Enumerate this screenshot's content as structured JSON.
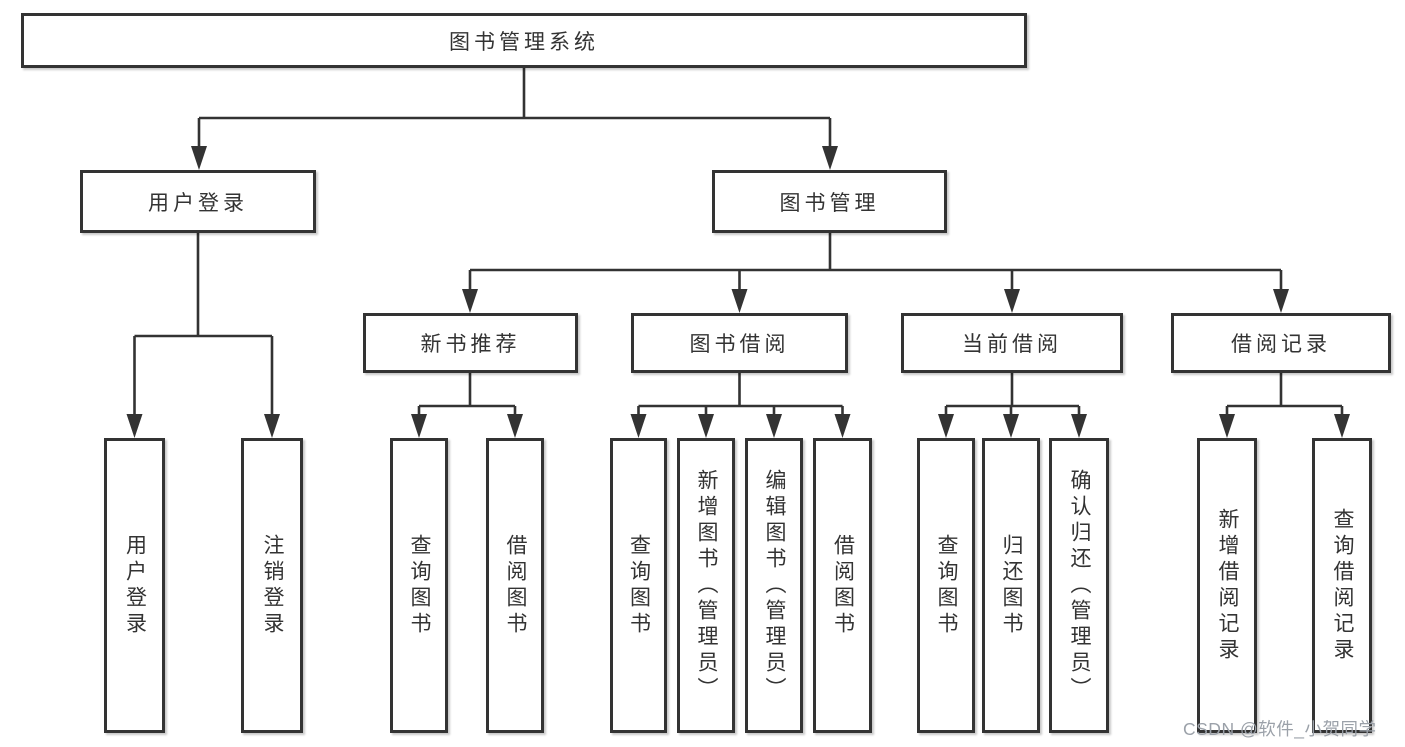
{
  "colors": {
    "line": "#333333",
    "box_border": "#333333",
    "box_fill": "#ffffff",
    "text": "#333333",
    "watermark": "#9ba1a9",
    "background": "#ffffff"
  },
  "watermark": {
    "text": "CSDN @软件_小贺同学"
  },
  "tree": {
    "root": {
      "label": "图书管理系统",
      "children": [
        {
          "label": "用户登录",
          "children": [
            {
              "label": "用户登录"
            },
            {
              "label": "注销登录"
            }
          ]
        },
        {
          "label": "图书管理",
          "children": [
            {
              "label": "新书推荐",
              "children": [
                {
                  "label": "查询图书"
                },
                {
                  "label": "借阅图书"
                }
              ]
            },
            {
              "label": "图书借阅",
              "children": [
                {
                  "label": "查询图书"
                },
                {
                  "label": "新增图书（管理员）"
                },
                {
                  "label": "编辑图书（管理员）"
                },
                {
                  "label": "借阅图书"
                }
              ]
            },
            {
              "label": "当前借阅",
              "children": [
                {
                  "label": "查询图书"
                },
                {
                  "label": "归还图书"
                },
                {
                  "label": "确认归还（管理员）"
                }
              ]
            },
            {
              "label": "借阅记录",
              "children": [
                {
                  "label": "新增借阅记录"
                },
                {
                  "label": "查询借阅记录"
                }
              ]
            }
          ]
        }
      ]
    }
  }
}
